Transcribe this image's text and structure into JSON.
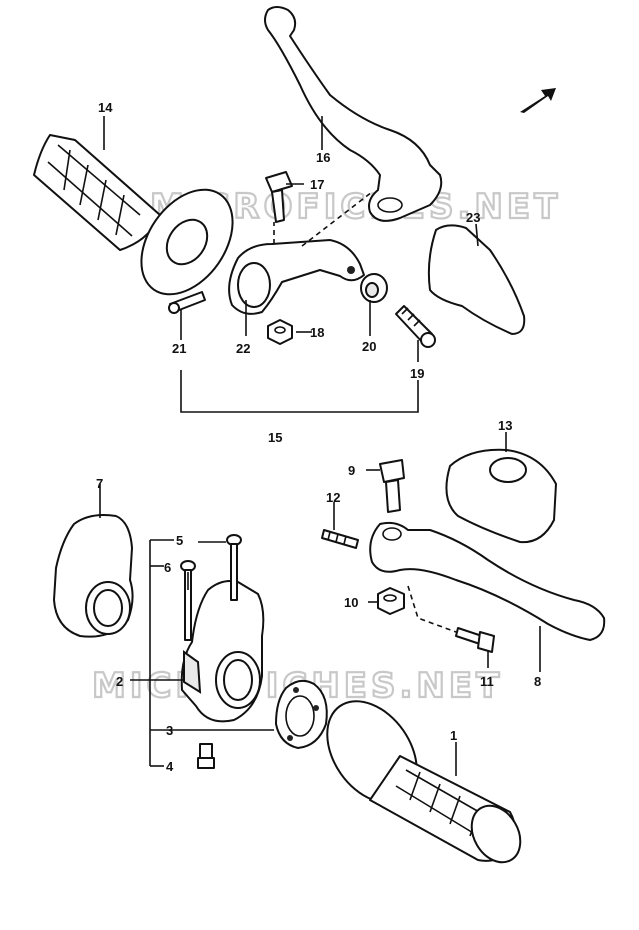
{
  "watermarks": [
    "MICROFICHES.NET",
    "MICROFICHES.NET"
  ],
  "callouts": {
    "c1": "1",
    "c2": "2",
    "c3": "3",
    "c4": "4",
    "c5": "5",
    "c6": "6",
    "c7": "7",
    "c8": "8",
    "c9": "9",
    "c10": "10",
    "c11": "11",
    "c12": "12",
    "c13": "13",
    "c14": "14",
    "c15": "15",
    "c16": "16",
    "c17": "17",
    "c18": "18",
    "c19": "19",
    "c20": "20",
    "c21": "21",
    "c22": "22",
    "c23": "23"
  },
  "colors": {
    "line": "#111111",
    "watermark": "#c8c8c8",
    "background": "#ffffff"
  },
  "icons": {
    "front_indicator": "front-arrow-icon"
  }
}
